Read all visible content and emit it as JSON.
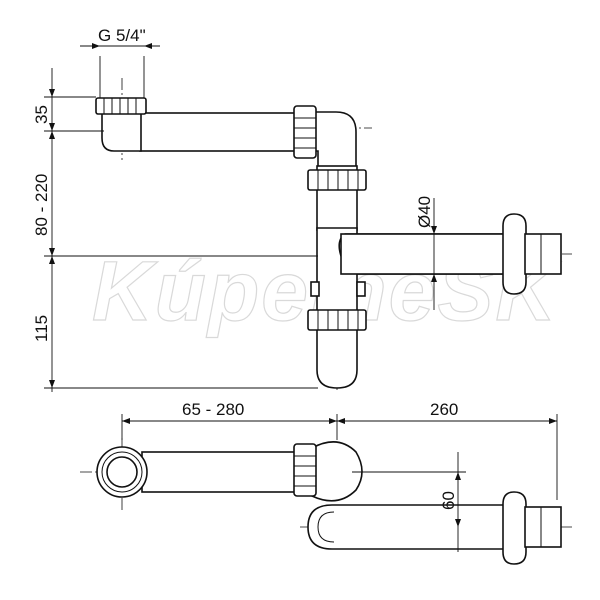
{
  "watermark": "KúpelneSK",
  "dimensions": {
    "thread": "G 5/4\"",
    "inlet_height": "35",
    "adjust_range": "80 - 220",
    "trap_height": "115",
    "outlet_diameter": "Ø40",
    "horizontal_range": "65 - 280",
    "outlet_length": "260",
    "offset": "60"
  }
}
